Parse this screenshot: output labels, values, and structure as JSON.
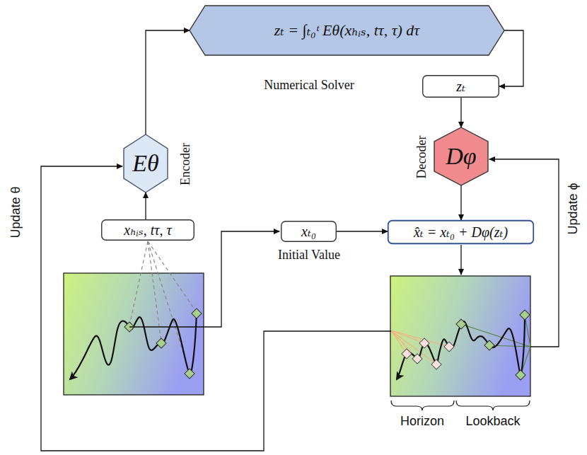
{
  "diagram": {
    "nodes": [
      {
        "text": [
          "zₜ = ∫ₜ₀ᵗ Eθ(xₕᵢₛ, tτ, τ) dτ",
          "Numerical Solver"
        ]
      },
      {
        "text": [
          "zₜ"
        ]
      },
      {
        "text": [
          "Dφ",
          "Decoder"
        ]
      },
      {
        "text": [
          "Eθ",
          "Encoder"
        ]
      },
      {
        "text": [
          "xₕᵢₛ, tτ, τ"
        ]
      },
      {
        "text": [
          "xₜ₀",
          "Initial Value"
        ]
      },
      {
        "text": [
          "x̂ₜ = xₜ₀ + Dφ(zₜ)"
        ]
      }
    ],
    "edges": [
      {
        "from": 3,
        "to": 0,
        "arrow": "to"
      },
      {
        "from": 0,
        "to": 1,
        "arrow": "to"
      },
      {
        "from": 1,
        "to": 2,
        "arrow": "to"
      },
      {
        "from": 2,
        "to": 6,
        "arrow": "to"
      },
      {
        "from": 4,
        "to": 3,
        "arrow": "to"
      },
      {
        "from": 5,
        "to": 6,
        "arrow": "to"
      }
    ],
    "labels": [
      "Update θ",
      "Update ϕ",
      "Horizon",
      "Lookback"
    ]
  }
}
